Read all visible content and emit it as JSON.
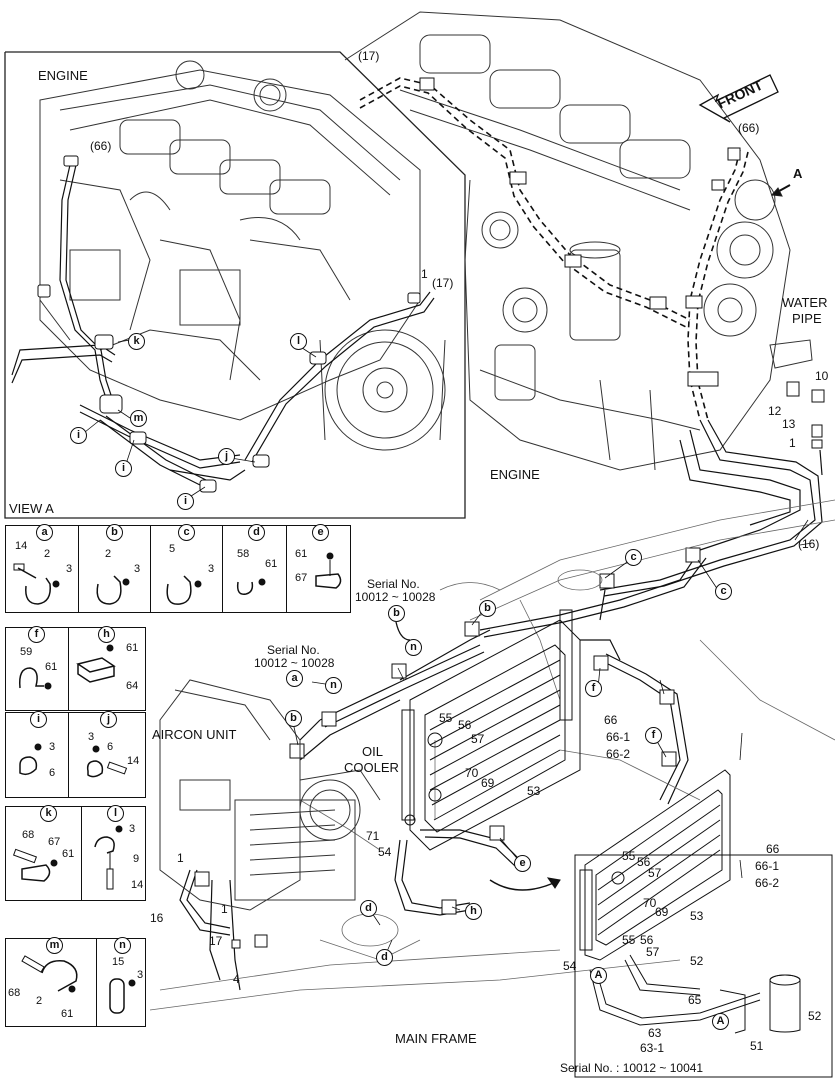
{
  "labels": {
    "engine_view": "ENGINE",
    "engine_main": "ENGINE",
    "view_a": "VIEW A",
    "front": "FRONT",
    "arrow_a": "A",
    "water_pipe_1": "WATER",
    "water_pipe_2": "PIPE",
    "aircon_unit": "AIRCON UNIT",
    "oil_cooler_1": "OIL",
    "oil_cooler_2": "COOLER",
    "main_frame": "MAIN FRAME",
    "serial_b_1": "Serial No.",
    "serial_b_2": "10012 ~ 10028",
    "serial_a_1": "Serial No.",
    "serial_a_2": "10012 ~ 10028",
    "serial_bottom": "Serial No. : 10012 ~ 10041"
  },
  "callouts": {
    "p17a": "(17)",
    "p66a": "(66)",
    "p66b": "(66)",
    "p17b": "(17)",
    "p16": "(16)",
    "n1a": "1",
    "n1b": "1",
    "n1c": "1",
    "n1d": "1",
    "n10": "10",
    "n12": "12",
    "n13": "13",
    "n55a": "55",
    "n56a": "56",
    "n57a": "57",
    "n70a": "70",
    "n69a": "69",
    "n53a": "53",
    "n71": "71",
    "n54a": "54",
    "n66": "66",
    "n66_1": "66-1",
    "n66_2": "66-2",
    "n66b": "66",
    "n66_1b": "66-1",
    "n66_2b": "66-2",
    "n55b": "55",
    "n56b": "56",
    "n57b": "57",
    "n70b": "70",
    "n69b": "69",
    "n53b": "53",
    "n55c": "55",
    "n56c": "56",
    "n57c": "57",
    "n54b": "54",
    "n52a": "52",
    "n52b": "52",
    "n65": "65",
    "n63": "63",
    "n63_1": "63-1",
    "n51": "51",
    "n16": "16",
    "n17": "17",
    "n4": "4"
  },
  "letters": {
    "k": "k",
    "l": "l",
    "m": "m",
    "i1": "i",
    "i2": "i",
    "i3": "i",
    "j": "j",
    "c1": "c",
    "c2": "c",
    "b1": "b",
    "b2": "b",
    "b3": "b",
    "n1": "n",
    "n2": "n",
    "a": "a",
    "f1": "f",
    "f2": "f",
    "e": "e",
    "h": "h",
    "d1": "d",
    "d2": "d",
    "A1": "A",
    "A2": "A"
  },
  "detail_boxes": [
    {
      "letter": "a",
      "parts": [
        "14",
        "2",
        "3"
      ]
    },
    {
      "letter": "b",
      "parts": [
        "2",
        "3"
      ]
    },
    {
      "letter": "c",
      "parts": [
        "5",
        "3"
      ]
    },
    {
      "letter": "d",
      "parts": [
        "58",
        "61"
      ]
    },
    {
      "letter": "e",
      "parts": [
        "61",
        "67"
      ]
    },
    {
      "letter": "f",
      "parts": [
        "59",
        "61"
      ]
    },
    {
      "letter": "h",
      "parts": [
        "61",
        "64"
      ]
    },
    {
      "letter": "i",
      "parts": [
        "3",
        "6"
      ]
    },
    {
      "letter": "j",
      "parts": [
        "3",
        "6",
        "14"
      ]
    },
    {
      "letter": "k",
      "parts": [
        "68",
        "67",
        "61"
      ]
    },
    {
      "letter": "l",
      "parts": [
        "3",
        "9",
        "14"
      ]
    },
    {
      "letter": "m",
      "parts": [
        "68",
        "2",
        "61"
      ]
    },
    {
      "letter": "n",
      "parts": [
        "15",
        "3"
      ]
    }
  ]
}
